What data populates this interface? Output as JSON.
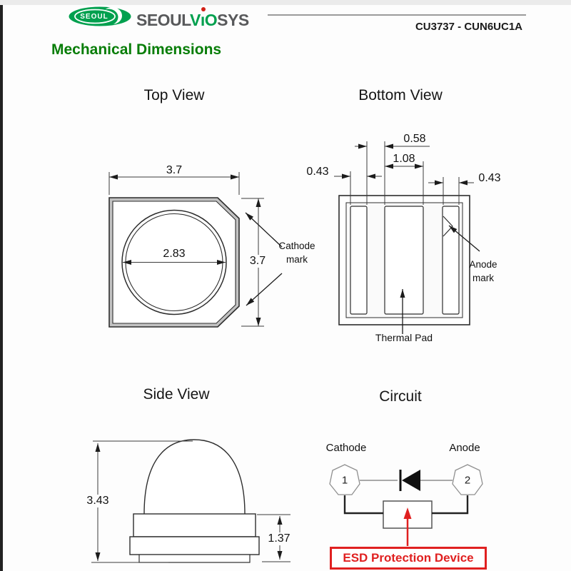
{
  "page": {
    "product_code": "CU3737 - CUN6UC1A",
    "title": "Mechanical Dimensions"
  },
  "logo": {
    "badge_text": "SEOUL",
    "word_part1": "SEOUL",
    "word_part2": "VıO",
    "word_part3": "SYS"
  },
  "colors": {
    "logo_green": "#00a04e",
    "title_green": "#077d07",
    "accent_red": "#e02020",
    "line_dark": "#2d2d2d",
    "rule_gray": "#9b9b9b",
    "logo_text_gray": "#58595b"
  },
  "top_view": {
    "title": "Top View",
    "dim_width": "3.7",
    "dim_height": "3.7",
    "dim_circle": "2.83",
    "cathode_line1": "Cathode",
    "cathode_line2": "mark"
  },
  "bottom_view": {
    "title": "Bottom View",
    "dim_gap": "0.58",
    "dim_center_pad": "1.08",
    "dim_left_pad": "0.43",
    "dim_right_pad": "0.43",
    "anode_line1": "Anode",
    "anode_line2": "mark",
    "thermal_pad": "Thermal Pad"
  },
  "side_view": {
    "title": "Side View",
    "dim_total_height": "3.43",
    "dim_base_height": "1.37"
  },
  "circuit": {
    "title": "Circuit",
    "cathode": "Cathode",
    "anode": "Anode",
    "pin1": "1",
    "pin2": "2",
    "esd_label": "ESD Protection Device"
  }
}
